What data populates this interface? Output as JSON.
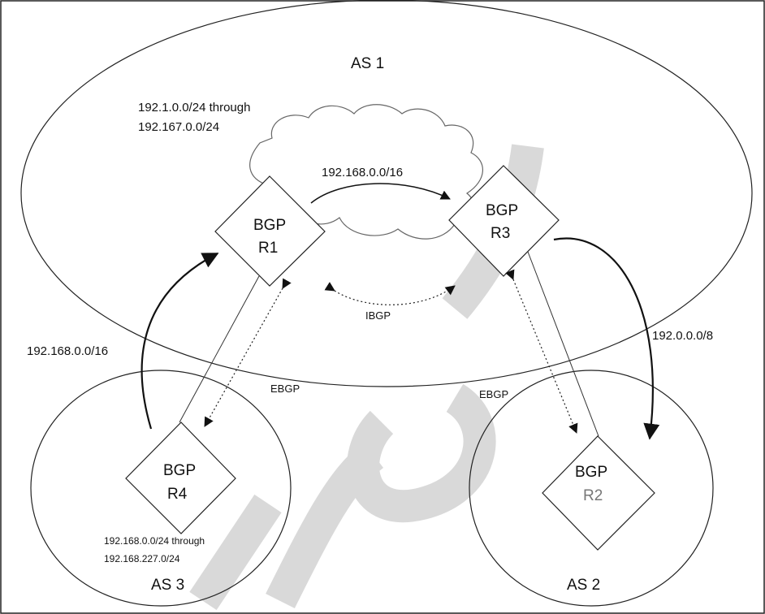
{
  "diagram": {
    "autonomous_systems": {
      "as1": {
        "label": "AS 1"
      },
      "as2": {
        "label": "AS 2"
      },
      "as3": {
        "label": "AS 3"
      }
    },
    "routers": {
      "r1": {
        "line1": "BGP",
        "line2": "R1"
      },
      "r2": {
        "line1": "BGP",
        "line2": "R2"
      },
      "r3": {
        "line1": "BGP",
        "line2": "R3"
      },
      "r4": {
        "line1": "BGP",
        "line2": "R4"
      }
    },
    "prefixes": {
      "as1_range_line1": "192.1.0.0/24 through",
      "as1_range_line2": "192.167.0.0/24",
      "cloud_route": "192.168.0.0/16",
      "r4_to_r1_route": "192.168.0.0/16",
      "r3_to_r2_route": "192.0.0.0/8",
      "as3_range_line1": "192.168.0.0/24 through",
      "as3_range_line2": "192.168.227.0/24"
    },
    "sessions": {
      "ibgp": "IBGP",
      "ebgp_left": "EBGP",
      "ebgp_right": "EBGP"
    },
    "watermark_color": "#d9d9d9"
  }
}
